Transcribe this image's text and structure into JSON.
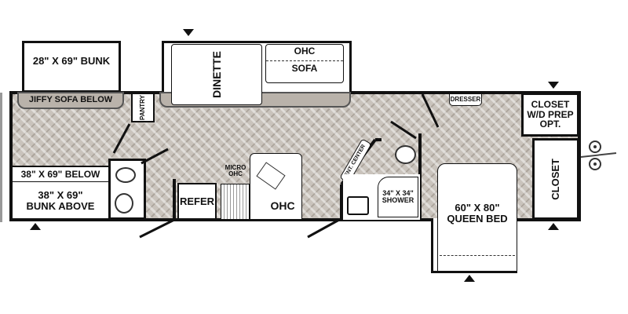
{
  "labels": {
    "bunk_top": "28\" X 69\" BUNK",
    "jiffy_sofa": "JIFFY SOFA BELOW",
    "pantry": "PANTRY",
    "dinette": "DINETTE",
    "ohc_sofa_top": "OHC",
    "sofa": "SOFA",
    "bunk_below": "38\" X 69\" BELOW",
    "bunk_above": "38\" X 69\"\nBUNK ABOVE",
    "refer": "REFER",
    "micro_ohc": "MICRO\nOHC",
    "kitchen_ohc": "OHC",
    "ent_center": "ENT. CENTER",
    "shower": "34\" X 34\"\nSHOWER",
    "dresser": "DRESSER",
    "closet_wd": "CLOSET\nW/D PREP\nOPT.",
    "closet": "CLOSET",
    "queen_bed": "60\" X 80\"\nQUEEN BED"
  },
  "colors": {
    "floor": "#c9c3bc",
    "wall": "#111111",
    "furniture_tan": "#b9b2aa"
  }
}
